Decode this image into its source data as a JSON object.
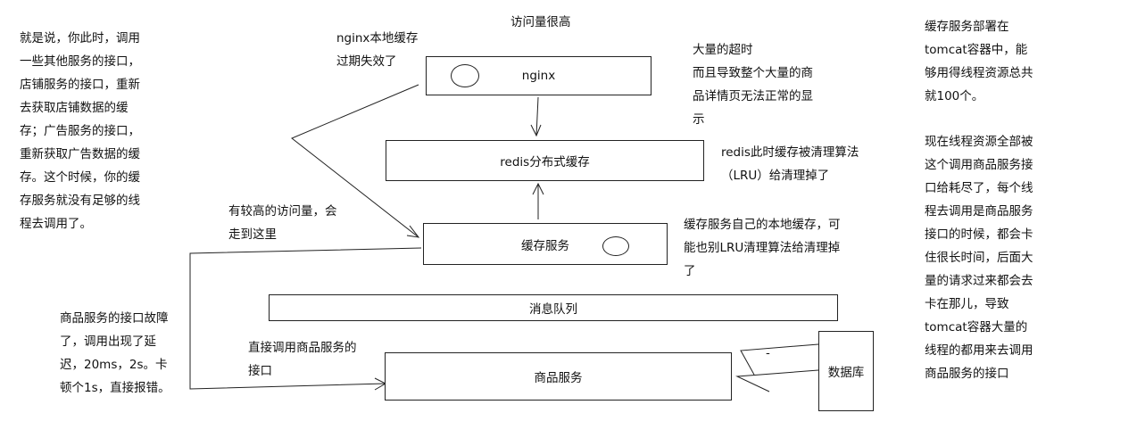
{
  "title": "访问量很高",
  "boxes": {
    "nginx": "nginx",
    "redis": "redis分布式缓存",
    "cache_service": "缓存服务",
    "message_queue": "消息队列",
    "product_service": "商品服务",
    "database": "数据库"
  },
  "notes": {
    "left_top": [
      "就是说，你此时，调用",
      "一些其他服务的接口，",
      "店铺服务的接口，重新",
      "去获取店铺数据的缓",
      "存；广告服务的接口，",
      "重新获取广告数据的缓",
      "存。这个时候，你的缓",
      "存服务就没有足够的线",
      "程去调用了。"
    ],
    "nginx_expired": [
      "nginx本地缓存",
      "过期失效了"
    ],
    "timeout": [
      "大量的超时",
      "而且导致整个大量的商",
      "品详情页无法正常的显",
      "示"
    ],
    "redis_cleared": [
      "redis此时缓存被清理算法",
      "（LRU）给清理掉了"
    ],
    "high_traffic": [
      "有较高的访问量，会",
      "走到这里"
    ],
    "local_cache": [
      "缓存服务自己的本地缓存，可",
      "能也别LRU清理算法给清理掉",
      "了"
    ],
    "product_fault": [
      "商品服务的接口故障",
      "了，调用出现了延",
      "迟，20ms，2s。卡",
      "顿个1s，直接报错。"
    ],
    "direct_call": [
      "直接调用商品服务的",
      "接口"
    ],
    "dash": "-",
    "right_top": [
      "缓存服务部署在",
      "tomcat容器中，能",
      "够用得线程资源总共",
      "就100个。"
    ],
    "right_bottom": [
      "现在线程资源全部被",
      "这个调用商品服务接",
      "口给耗尽了，每个线",
      "程去调用是商品服务",
      "接口的时候，都会卡",
      "住很长时间，后面大",
      "量的请求过来都会去",
      "卡在那儿，导致",
      "tomcat容器大量的",
      "线程的都用来去调用",
      "商品服务的接口"
    ]
  }
}
